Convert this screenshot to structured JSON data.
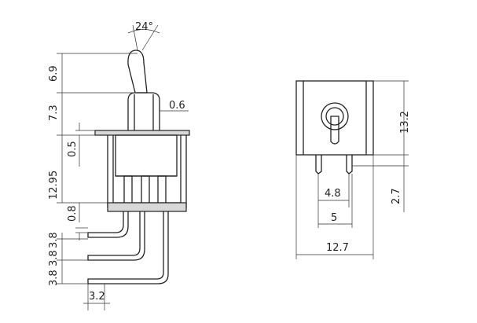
{
  "side_view": {
    "angle": "24°",
    "lever_height": "6.9",
    "bushing_height": "7.3",
    "bushing_offset": "0.6",
    "plate_thickness": "0.5",
    "body_height": "12.95",
    "terminal_width": "0.8",
    "terminal_pitch_1": "3.8",
    "terminal_pitch_2": "3.8",
    "terminal_pitch_3": "3.8",
    "terminal_offset": "3.2"
  },
  "front_view": {
    "height": "13.2",
    "terminal_height": "2.7",
    "terminal_spacing_inner": "4.8",
    "terminal_spacing": "5",
    "width": "12.7"
  },
  "colors": {
    "line": "#222222",
    "background": "#ffffff"
  }
}
